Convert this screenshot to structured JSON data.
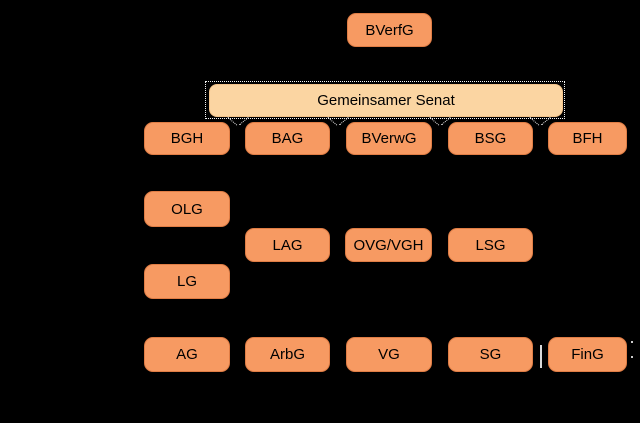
{
  "diagram": {
    "title": "German court system hierarchy",
    "colors": {
      "background": "#000000",
      "node_fill": "#f79a62",
      "node_border": "#e07d45",
      "senate_fill": "#fbd5a2",
      "text": "#000000",
      "selection": "#ffffff"
    },
    "nodes": {
      "bverfg": {
        "label": "BVerfG"
      },
      "senat": {
        "label": "Gemeinsamer Senat"
      },
      "bgh": {
        "label": "BGH"
      },
      "bag": {
        "label": "BAG"
      },
      "bverwg": {
        "label": "BVerwG"
      },
      "bsg": {
        "label": "BSG"
      },
      "bfh": {
        "label": "BFH"
      },
      "olg": {
        "label": "OLG"
      },
      "lag": {
        "label": "LAG"
      },
      "ovg": {
        "label": "OVG/VGH"
      },
      "lsg": {
        "label": "LSG"
      },
      "lg": {
        "label": "LG"
      },
      "ag": {
        "label": "AG"
      },
      "arbg": {
        "label": "ArbG"
      },
      "vg": {
        "label": "VG"
      },
      "sg": {
        "label": "SG"
      },
      "fing": {
        "label": "FinG"
      }
    },
    "rows": [
      [
        "BVerfG"
      ],
      [
        "Gemeinsamer Senat"
      ],
      [
        "BGH",
        "BAG",
        "BVerwG",
        "BSG",
        "BFH"
      ],
      [
        "OLG"
      ],
      [
        "LAG",
        "OVG/VGH",
        "LSG"
      ],
      [
        "LG"
      ],
      [
        "AG",
        "ArbG",
        "VG",
        "SG",
        "FinG"
      ]
    ]
  }
}
